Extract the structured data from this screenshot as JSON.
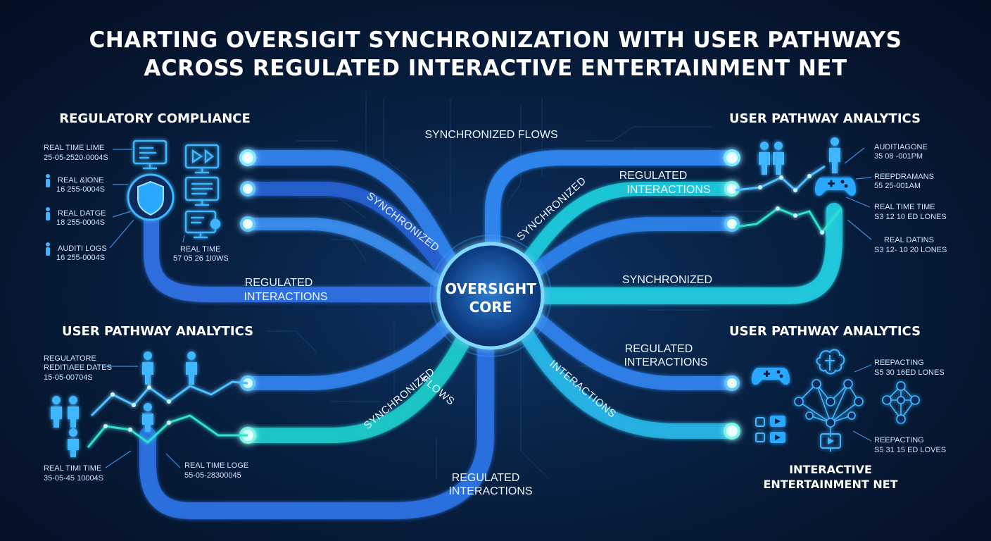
{
  "title": {
    "line1": "CHARTING OVERSIGIT SYNCHRONIZATION WITH USER PATHWAYS",
    "line2": "ACROSS REGULATED INTERACTIVE ENTERTAINMENT NET"
  },
  "core": {
    "line1": "OVERSIGHT",
    "line2": "CORE"
  },
  "sections": {
    "top_left": "REGULATORY COMPLIANCE",
    "top_right": "USER PATHWAY ANALYTICS",
    "bottom_left": "USER PATHWAY ANALYTICS",
    "bottom_right": "USER PATHWAY ANALYTICS",
    "entertainment_line1": "INTERACTIVE",
    "entertainment_line2": "ENTERTAINMENT NET"
  },
  "flow_labels": {
    "sync_flows_top": "SYNCHRONIZED FLOWS",
    "sync_diag_left": "SYNCHRONIZED",
    "sync_diag_right": "SYNCHRONIZED",
    "regulated_tr_1": "REGULATED",
    "regulated_tr_2": "INTERACTIONS",
    "regulated_left_1": "REGULATED",
    "regulated_left_2": "INTERACTIONS",
    "synchronized_right": "SYNCHRONIZED",
    "regulated_br_1": "REGULATED",
    "regulated_br_2": "INTERACTIONS",
    "interactions_diag": "INTERACTIONS",
    "sync_diag_bottom": "SYNCHRONIZED",
    "flows_diag": "FLOWS",
    "regulated_bottom_1": "REGULATED",
    "regulated_bottom_2": "INTERACTIONS"
  },
  "left_meta": [
    {
      "label": "REAL TIME LIME",
      "value": "25-05-2520-0004S"
    },
    {
      "label": "REAL &IONE",
      "value": "16 255-0004S"
    },
    {
      "label": "REAL DATGE",
      "value": "18 255-0004S"
    },
    {
      "label": "AUDITI LOGS",
      "value": "16 255-0004S"
    }
  ],
  "left_inner_meta": {
    "label": "REAL TIME",
    "value": "57 05 26 1I0WS"
  },
  "right_meta": [
    {
      "label": "AUDITIAGONE",
      "value": "35 08 -001PM"
    },
    {
      "label": "REEPDRAMANS",
      "value": "55 25-001AM"
    },
    {
      "label": "REAL TIME TIME",
      "value": "S3 12 10 ED LONES"
    },
    {
      "label": "REAL DATINS",
      "value": "S3 12- 10 20 LONES"
    }
  ],
  "bottom_left_meta": {
    "top_line1": "REGULATORE",
    "top_line2": "REDITIAEE DATES",
    "top_line3": "15-05-00704S",
    "bl_label": "REAL TIMI TIME",
    "bl_value": "35-05-45 10004S",
    "bc_label": "REAL TIME LOGE",
    "bc_value": "55-05-28300045"
  },
  "bottom_right_meta": [
    {
      "label": "REEPACTING",
      "value": "S5 30 16ED LONES"
    },
    {
      "label": "REEPACTING",
      "value": "S5 31 15 ED LOVES"
    }
  ],
  "icons": [
    "monitor-icon",
    "shield-icon",
    "video-monitor-icon",
    "document-monitor-icon",
    "settings-monitor-icon",
    "person-icon",
    "gamepad-icon",
    "network-icon",
    "brain-icon"
  ],
  "colors": {
    "background": "#061731",
    "flow_blue": "#2a7de8",
    "flow_cyan": "#1fd3d6",
    "accent_glow": "#7fe9ff",
    "text": "#ffffff"
  }
}
